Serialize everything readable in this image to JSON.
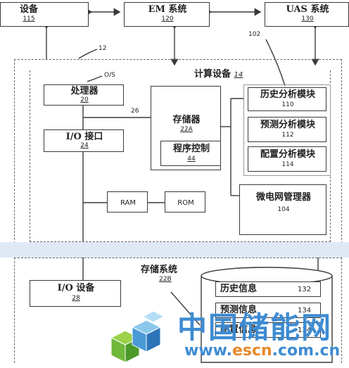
{
  "nodes": {
    "device": {
      "label": "设备",
      "num": "115"
    },
    "em": {
      "label": "EM 系统",
      "num": "120"
    },
    "uas": {
      "label": "UAS 系统",
      "num": "130"
    },
    "computing": {
      "label": "计算设备",
      "num": "14"
    },
    "processor": {
      "label": "处理器",
      "num": "20"
    },
    "io_interface": {
      "label": "I/O 接口",
      "num": "24"
    },
    "memory": {
      "label": "存储器",
      "num": "22A"
    },
    "program": {
      "label": "程序控制",
      "num": "44"
    },
    "history_module": {
      "label": "历史分析模块",
      "num": "110"
    },
    "predict_module": {
      "label": "预测分析模块",
      "num": "112"
    },
    "config_module": {
      "label": "配置分析模块",
      "num": "114"
    },
    "ram": {
      "label": "RAM"
    },
    "rom": {
      "label": "ROM"
    },
    "microgrid": {
      "label": "微电网管理器",
      "num": "104"
    },
    "io_device": {
      "label": "I/O 设备",
      "num": "28"
    },
    "storage": {
      "label": "存储系统",
      "num": "22B"
    },
    "history_info": {
      "label": "历史信息",
      "num": "132"
    },
    "predict_info": {
      "label": "预测信息",
      "num": "134"
    },
    "config_info": {
      "label": "配置信息",
      "num": "134"
    }
  },
  "refs": {
    "r12": "12",
    "r102": "102",
    "os": "O/S",
    "r26": "26"
  },
  "watermark": {
    "cn": "中国储能网",
    "url_pre": "www.",
    "url_mid": "escn",
    "url_post": ".com.cn"
  },
  "colors": {
    "line": "#3a3a3a",
    "watermark_blue": "#3e8bd2",
    "watermark_orange": "#e9892c",
    "band": "#dfe9f3"
  }
}
